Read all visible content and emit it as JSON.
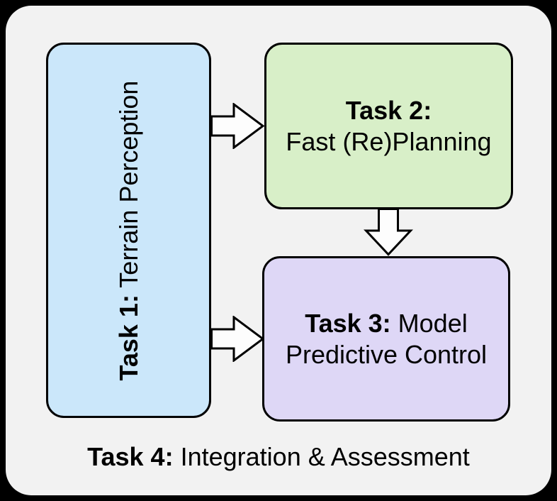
{
  "boxes": {
    "task1": {
      "prefix": "Task 1:",
      "text": "Terrain Perception",
      "fill": "#cbe7fa"
    },
    "task2": {
      "prefix": "Task 2:",
      "text": "Fast (Re)Planning",
      "fill": "#d8efc8"
    },
    "task3": {
      "prefix": "Task 3:",
      "text": "Model Predictive Control",
      "fill": "#ded7f6"
    },
    "task4": {
      "prefix": "Task 4:",
      "text": "Integration & Assessment"
    }
  },
  "arrows": [
    {
      "name": "task1-to-task2",
      "direction": "right"
    },
    {
      "name": "task2-to-task3",
      "direction": "down"
    },
    {
      "name": "task1-to-task3",
      "direction": "right"
    }
  ],
  "colors": {
    "frame": "#000000",
    "panel_background": "#f2f2f2",
    "box_outline": "#000000",
    "arrow_fill": "#fdfdfd",
    "text": "#000000"
  }
}
